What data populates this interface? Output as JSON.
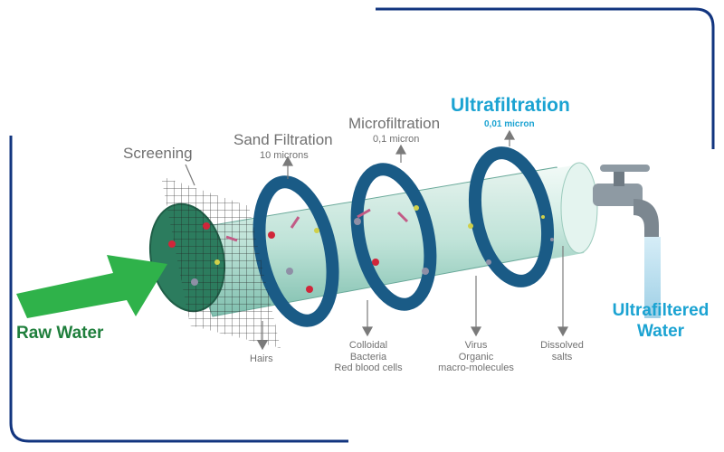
{
  "stages": {
    "screening": {
      "name": "Screening"
    },
    "sand": {
      "name": "Sand Filtration",
      "size": "10 microns"
    },
    "micro": {
      "name": "Microfiltration",
      "size": "0,1 micron"
    },
    "ultra": {
      "name": "Ultrafiltration",
      "size": "0,01 micron"
    }
  },
  "targets": {
    "hairs": "Hairs",
    "colloidal": [
      "Colloidal",
      "Bacteria",
      "Red blood cells"
    ],
    "virus": [
      "Virus",
      "Organic",
      "macro-molecules"
    ],
    "salts": [
      "Dissolved",
      "salts"
    ]
  },
  "inlet": {
    "label": "Raw Water"
  },
  "outlet": {
    "label": [
      "Ultrafiltered",
      "Water"
    ]
  },
  "colors": {
    "frame": "#12357f",
    "accent": "#1ba3d2",
    "raw_green": "#1f7f3c",
    "arrow_green": "#2fb24a",
    "ring": "#1a5b86",
    "text_gray": "#707070"
  }
}
